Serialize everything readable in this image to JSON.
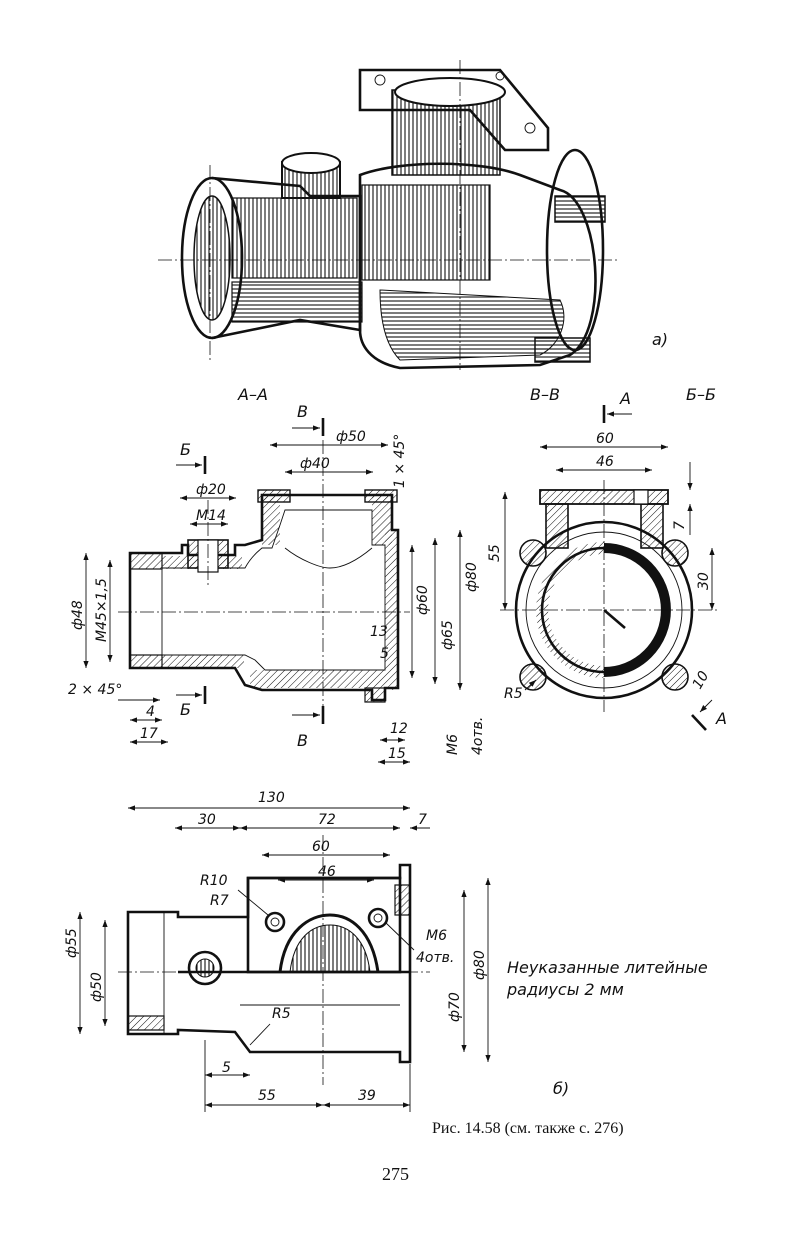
{
  "figure": {
    "view_a_label": "a)",
    "view_b_label": "б)",
    "section_aa": "А–А",
    "section_vv": "В–В",
    "section_bb": "Б–Б",
    "caption": "Рис. 14.58 (см. также с. 276)",
    "page_number": "275",
    "note_line1": "Неуказанные литейные",
    "note_line2": "радиусы  2 мм"
  },
  "markers": {
    "A": "А",
    "B": "Б",
    "V": "В"
  },
  "section_dims": {
    "d50": "ф50",
    "d40": "ф40",
    "chamfer1": "1 × 45°",
    "d20": "ф20",
    "m14": "М14",
    "d48": "ф48",
    "m45": "М45×1,5",
    "d60": "ф60",
    "d65": "ф65",
    "d80": "ф80",
    "d13": "13",
    "d5": "5",
    "chamfer2": "2 × 45°",
    "d4": "4",
    "d17": "17",
    "d12": "12",
    "d15": "15",
    "m6": "М6",
    "holes4": "4отв."
  },
  "bb_dims": {
    "w60": "60",
    "w46": "46",
    "h55": "55",
    "h30": "30",
    "d7": "7",
    "d10": "10",
    "r5": "R5"
  },
  "plan_dims": {
    "l130": "130",
    "l30": "30",
    "l72": "72",
    "l7": "7",
    "l60": "60",
    "l46": "46",
    "r10": "R10",
    "r7": "R7",
    "m6": "М6",
    "holes4": "4отв.",
    "d55": "ф55",
    "d50": "ф50",
    "d70": "ф70",
    "d80": "ф80",
    "r5": "R5",
    "l5": "5",
    "l55": "55",
    "l39": "39"
  }
}
